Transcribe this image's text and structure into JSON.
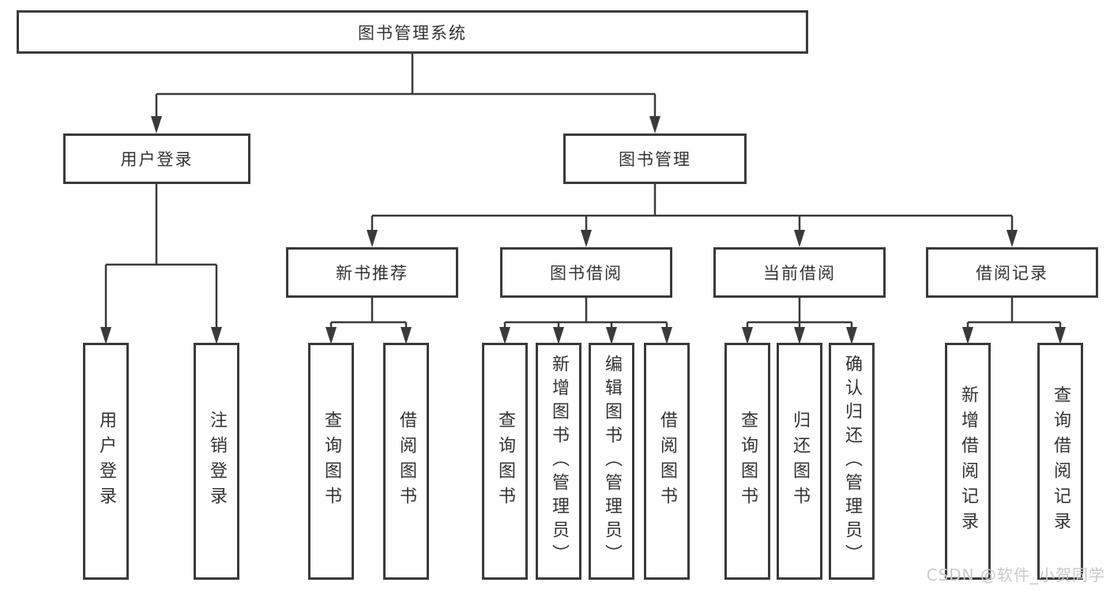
{
  "diagram": {
    "root": {
      "label": "图书管理系统"
    },
    "branches": [
      {
        "label": "用户登录",
        "children": [
          {
            "label": "用户登录"
          },
          {
            "label": "注销登录"
          }
        ]
      },
      {
        "label": "图书管理",
        "children": [
          {
            "label": "新书推荐",
            "children": [
              {
                "label": "查询图书"
              },
              {
                "label": "借阅图书"
              }
            ]
          },
          {
            "label": "图书借阅",
            "children": [
              {
                "label": "查询图书"
              },
              {
                "label": "新增图书（管理员）"
              },
              {
                "label": "编辑图书（管理员）"
              },
              {
                "label": "借阅图书"
              }
            ]
          },
          {
            "label": "当前借阅",
            "children": [
              {
                "label": "查询图书"
              },
              {
                "label": "归还图书"
              },
              {
                "label": "确认归还（管理员）"
              }
            ]
          },
          {
            "label": "借阅记录",
            "children": [
              {
                "label": "新增借阅记录"
              },
              {
                "label": "查询借阅记录"
              }
            ]
          }
        ]
      }
    ]
  },
  "watermark": {
    "text": "CSDN @软件_小贺同学"
  },
  "colors": {
    "line": "#3a3a3a",
    "text": "#333333",
    "watermark": "#c9c9c9",
    "background": "#ffffff"
  }
}
